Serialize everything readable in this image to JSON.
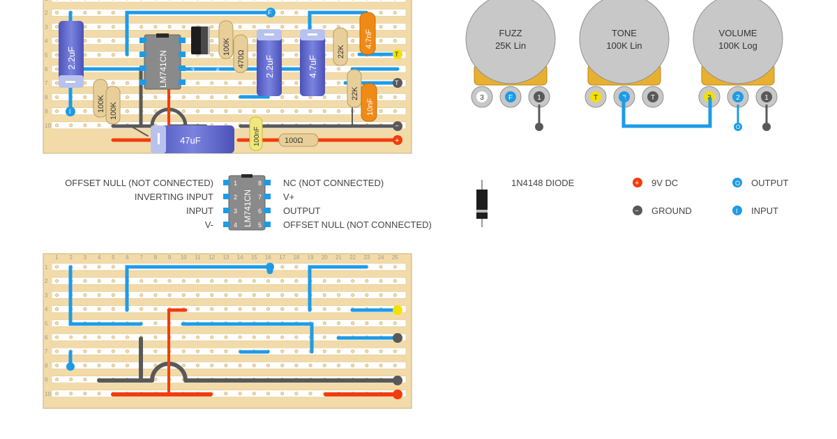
{
  "columns": [
    "1",
    "2",
    "3",
    "4",
    "5",
    "6",
    "7",
    "8",
    "9",
    "10",
    "11",
    "12",
    "13",
    "14",
    "15",
    "16",
    "17",
    "18",
    "19",
    "20",
    "21",
    "22",
    "23",
    "24",
    "25"
  ],
  "rows": [
    "1",
    "2",
    "3",
    "4",
    "5",
    "6",
    "7",
    "8",
    "9",
    "10"
  ],
  "layout_board": {
    "components": {
      "c_input_cap": "2.2uF",
      "r1": "100K",
      "r2": "100K",
      "ic": "LM741CN",
      "ic_pins_left": [
        "1",
        "2",
        "3",
        "4"
      ],
      "ic_pins_right": [
        "8",
        "7",
        "6",
        "5"
      ],
      "r3": "100K",
      "r4": "470Ω",
      "c2": "2.2uF",
      "c3": "4.7uF",
      "r5": "22K",
      "c4": "4.7nF",
      "r6": "22K",
      "c5": "10nF",
      "c6": "47uF",
      "c7": "100nF",
      "r7": "100Ω"
    },
    "terminals": {
      "f": "F",
      "t": "T",
      "input": "I",
      "ground": "−",
      "power": "+",
      "t2": "T"
    }
  },
  "pots": [
    {
      "name": "FUZZ",
      "value": "25K Lin",
      "lugs": [
        "3",
        "F",
        "1"
      ]
    },
    {
      "name": "TONE",
      "value": "100K Lin",
      "lugs": [
        "T",
        "2",
        "T"
      ]
    },
    {
      "name": "VOLUME",
      "value": "100K Log",
      "lugs": [
        "3",
        "2",
        "1"
      ]
    }
  ],
  "pinout": {
    "left": [
      "OFFSET NULL (NOT CONNECTED)",
      "INVERTING INPUT",
      "INPUT",
      "V-"
    ],
    "right": [
      "NC (NOT CONNECTED)",
      "V+",
      "OUTPUT",
      "OFFSET NULL (NOT CONNECTED)"
    ],
    "chip": "LM741CN",
    "pins_left": [
      "1",
      "2",
      "3",
      "4"
    ],
    "pins_right": [
      "8",
      "7",
      "6",
      "5"
    ]
  },
  "legend": {
    "diode": "1N4148 DIODE",
    "power_label": "9V DC",
    "ground_label": "GROUND",
    "output_label": "OUTPUT",
    "input_label": "INPUT",
    "power_symbol": "+",
    "ground_symbol": "−",
    "output_symbol": "O",
    "input_symbol": "I"
  },
  "colors": {
    "board": "#f2dba8",
    "strip": "#ffffff",
    "blue_wire": "#1e9be6",
    "red_wire": "#f23c0d",
    "ground_wire": "#595959",
    "resistor": "#e8cf9a",
    "electrolytic": "#5b63c9",
    "film_cap": "#f08a17",
    "ceramic": "#f2e87a",
    "pot": "#c8c8c8",
    "pot_base": "#e8b030"
  }
}
